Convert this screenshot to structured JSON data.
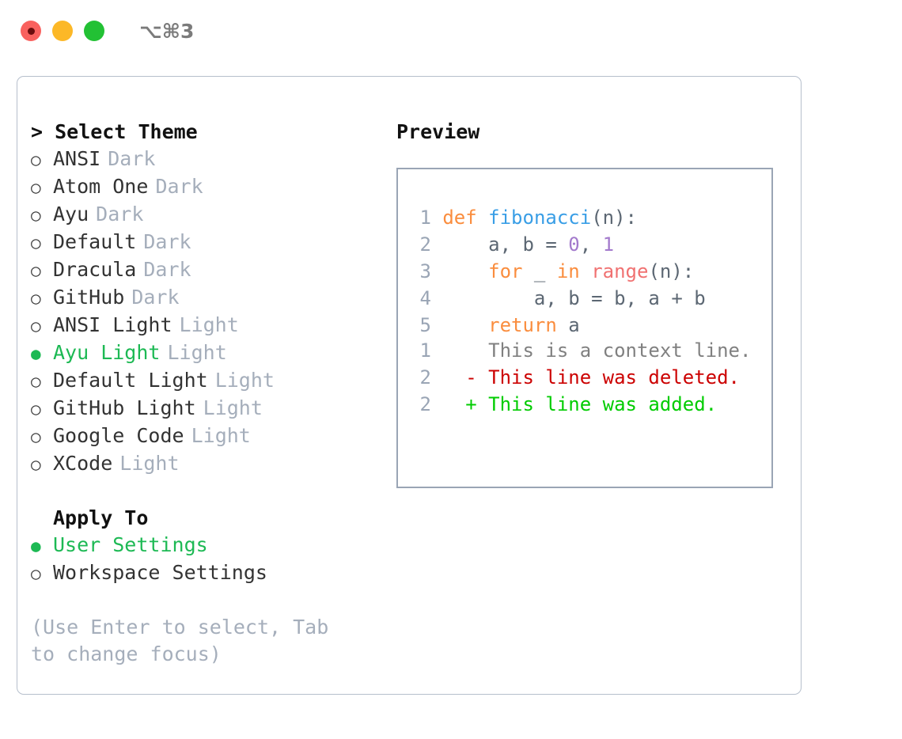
{
  "window": {
    "shortcut": "⌥⌘3",
    "traffic_lights": [
      {
        "name": "close",
        "color": "#f9615e"
      },
      {
        "name": "minimize",
        "color": "#fcb827"
      },
      {
        "name": "zoom",
        "color": "#22c134"
      }
    ]
  },
  "theme_picker": {
    "title": "> Select Theme",
    "items": [
      {
        "bullet": "○",
        "name": "ANSI",
        "kind": "Dark",
        "selected": false
      },
      {
        "bullet": "○",
        "name": "Atom One",
        "kind": "Dark",
        "selected": false
      },
      {
        "bullet": "○",
        "name": "Ayu",
        "kind": "Dark",
        "selected": false
      },
      {
        "bullet": "○",
        "name": "Default",
        "kind": "Dark",
        "selected": false
      },
      {
        "bullet": "○",
        "name": "Dracula",
        "kind": "Dark",
        "selected": false
      },
      {
        "bullet": "○",
        "name": "GitHub",
        "kind": "Dark",
        "selected": false
      },
      {
        "bullet": "○",
        "name": "ANSI Light",
        "kind": "Light",
        "selected": false
      },
      {
        "bullet": "●",
        "name": "Ayu Light",
        "kind": "Light",
        "selected": true
      },
      {
        "bullet": "○",
        "name": "Default Light",
        "kind": "Light",
        "selected": false
      },
      {
        "bullet": "○",
        "name": "GitHub Light",
        "kind": "Light",
        "selected": false
      },
      {
        "bullet": "○",
        "name": "Google Code",
        "kind": "Light",
        "selected": false
      },
      {
        "bullet": "○",
        "name": "XCode",
        "kind": "Light",
        "selected": false
      }
    ]
  },
  "apply_to": {
    "title": "Apply To",
    "items": [
      {
        "bullet": "●",
        "name": "User Settings",
        "selected": true
      },
      {
        "bullet": "○",
        "name": "Workspace Settings",
        "selected": false
      }
    ]
  },
  "hint": "(Use Enter to select, Tab to change focus)",
  "preview": {
    "title": "Preview",
    "code_lines": [
      {
        "no": "1",
        "tokens": [
          {
            "t": "def",
            "c": "#fa8d3e"
          },
          {
            "t": " ",
            "c": "#5c6773"
          },
          {
            "t": "fibonacci",
            "c": "#399ee6"
          },
          {
            "t": "(n):",
            "c": "#5c6773"
          }
        ]
      },
      {
        "no": "2",
        "tokens": [
          {
            "t": "    a, b = ",
            "c": "#5c6773"
          },
          {
            "t": "0",
            "c": "#a37acc"
          },
          {
            "t": ", ",
            "c": "#5c6773"
          },
          {
            "t": "1",
            "c": "#a37acc"
          }
        ]
      },
      {
        "no": "3",
        "tokens": [
          {
            "t": "    ",
            "c": "#5c6773"
          },
          {
            "t": "for",
            "c": "#fa8d3e"
          },
          {
            "t": " _ ",
            "c": "#5c6773"
          },
          {
            "t": "in",
            "c": "#fa8d3e"
          },
          {
            "t": " ",
            "c": "#5c6773"
          },
          {
            "t": "range",
            "c": "#f07171"
          },
          {
            "t": "(n):",
            "c": "#5c6773"
          }
        ]
      },
      {
        "no": "4",
        "tokens": [
          {
            "t": "        a, b = b, a + b",
            "c": "#5c6773"
          }
        ]
      },
      {
        "no": "5",
        "tokens": [
          {
            "t": "    ",
            "c": "#5c6773"
          },
          {
            "t": "return",
            "c": "#fa8d3e"
          },
          {
            "t": " a",
            "c": "#5c6773"
          }
        ]
      }
    ],
    "diff_lines": [
      {
        "no": "1",
        "marker": " ",
        "text": " This is a context line.",
        "color": "#808080",
        "kind": "context"
      },
      {
        "no": "2",
        "marker": "-",
        "text": " This line was deleted.",
        "color": "#cc0000",
        "kind": "deleted"
      },
      {
        "no": "2",
        "marker": "+",
        "text": " This line was added.",
        "color": "#00cc00",
        "kind": "added"
      }
    ]
  },
  "colors": {
    "selected_green": "#1db954",
    "muted_gray": "#a5aebb",
    "panel_border": "#b6bfcc",
    "preview_border": "#9aa5b5"
  }
}
